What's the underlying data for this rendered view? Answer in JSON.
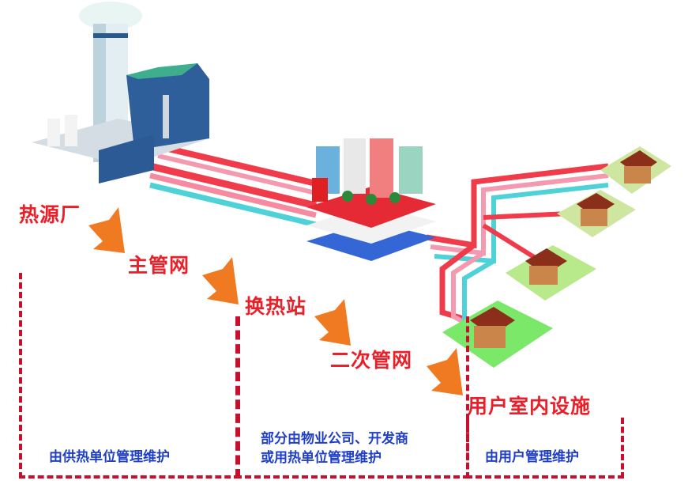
{
  "stages": [
    {
      "label": "热源厂"
    },
    {
      "label": "主管网"
    },
    {
      "label": "换热站"
    },
    {
      "label": "二次管网"
    },
    {
      "label": "用户室内设施"
    }
  ],
  "responsibility": [
    {
      "text": "由供热单位管理维护"
    },
    {
      "line1": "部分由物业公司、开发商",
      "line2": "或用热单位管理维护"
    },
    {
      "text": "由用户管理维护"
    }
  ],
  "colors": {
    "stage_label": "#e8202a",
    "arrow": "#f07a22",
    "dashed_border": "#c8102e",
    "responsibility_text": "#1f3fc8"
  }
}
